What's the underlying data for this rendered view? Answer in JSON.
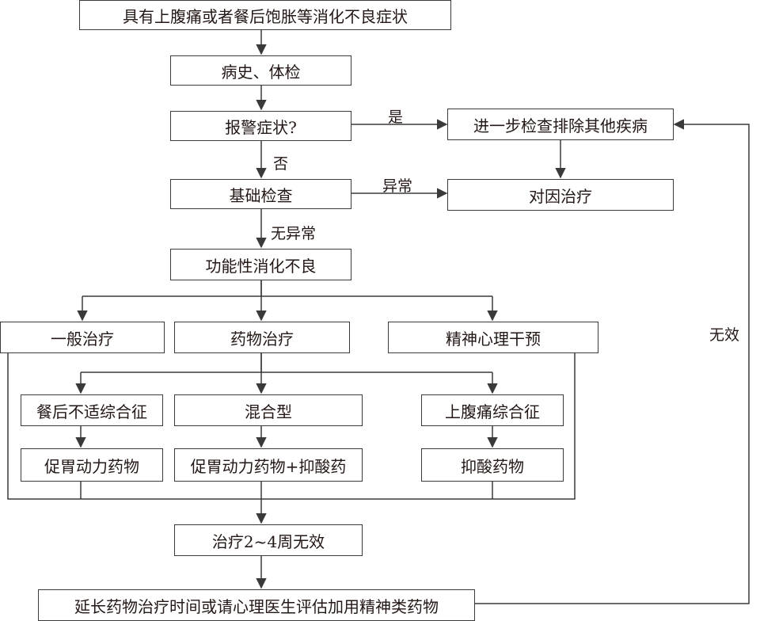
{
  "nodes": {
    "symptoms": "具有上腹痛或者餐后饱胀等消化不良症状",
    "history": "病史、体检",
    "alarm": "报警症状?",
    "further_exam": "进一步检查排除其他疾病",
    "basic_exam": "基础检查",
    "cause_treatment": "对因治疗",
    "fd": "功能性消化不良",
    "general_treatment": "一般治疗",
    "drug_treatment": "药物治疗",
    "psych_intervention": "精神心理干预",
    "pds": "餐后不适综合征",
    "mixed": "混合型",
    "eps": "上腹痛综合征",
    "prokinetic": "促胃动力药物",
    "prokinetic_acid": "促胃动力药物+抑酸药",
    "acid_suppress": "抑酸药物",
    "ineffective": "治疗2~4周无效",
    "extend": "延长药物治疗时间或请心理医生评估加用精神类药物"
  },
  "edge_labels": {
    "yes": "是",
    "no": "否",
    "abnormal": "异常",
    "normal": "无异常",
    "invalid": "无效"
  },
  "colors": {
    "line": "#3a3a3a",
    "text": "#231815",
    "background": "#ffffff"
  }
}
